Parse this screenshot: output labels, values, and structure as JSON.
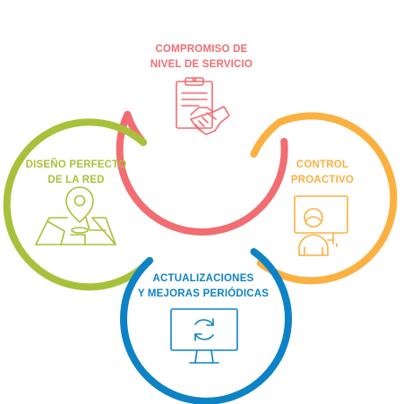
{
  "colors": {
    "red": "#f26d72",
    "orange": "#fbb040",
    "green": "#a8c13a",
    "blue": "#0d83c6"
  },
  "circles": {
    "top": {
      "lines": [
        "COMPROMISO DE",
        "NIVEL DE SERVICIO"
      ],
      "icon": "clipboard-handshake-icon"
    },
    "right": {
      "lines": [
        "CONTROL",
        "PROACTIVO"
      ],
      "icon": "monitor-person-icon"
    },
    "left": {
      "lines": [
        "DISEÑO PERFECTO",
        "DE LA RED"
      ],
      "icon": "map-pin-icon"
    },
    "bottom": {
      "lines": [
        "ACTUALIZACIONES",
        "Y MEJORAS PERIÓDICAS"
      ],
      "icon": "monitor-refresh-icon"
    }
  }
}
